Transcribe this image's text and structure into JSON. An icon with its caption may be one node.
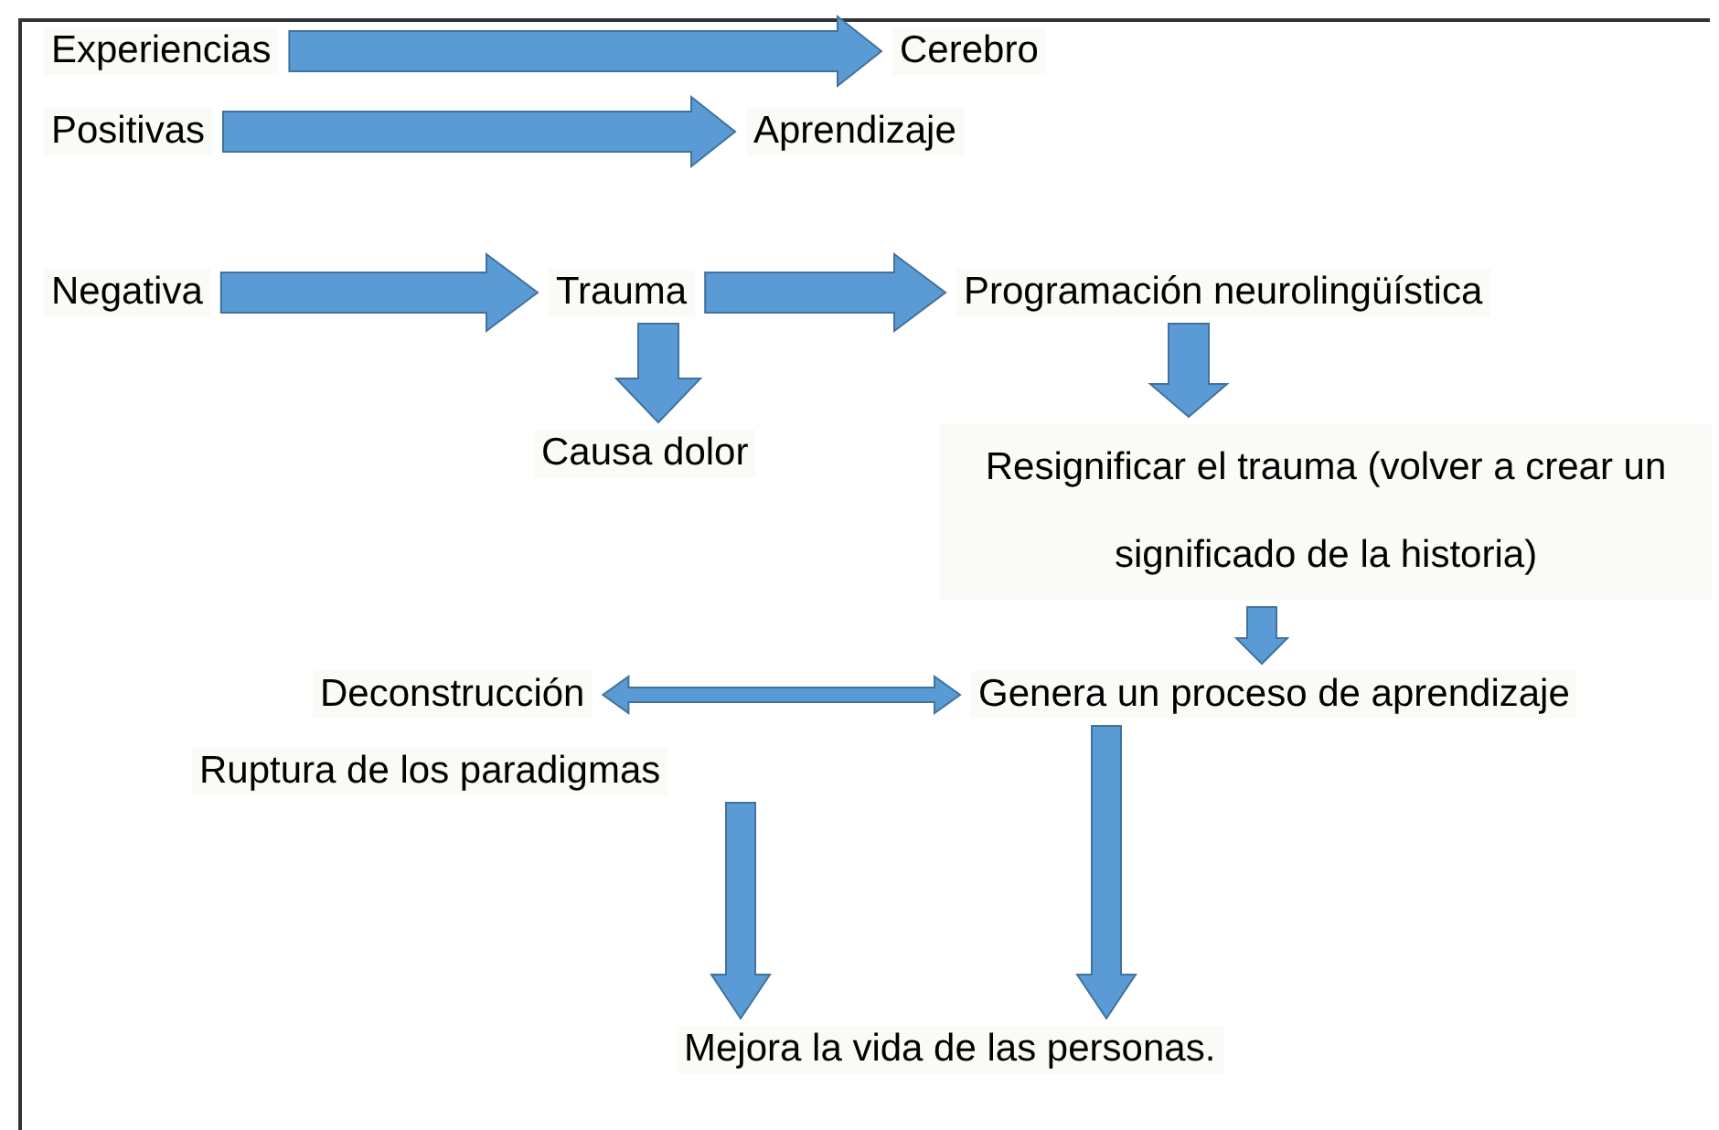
{
  "diagram": {
    "nodes": [
      {
        "text": [
          "Experiencias"
        ]
      },
      {
        "text": [
          "Cerebro"
        ]
      },
      {
        "text": [
          "Positivas"
        ]
      },
      {
        "text": [
          "Aprendizaje"
        ]
      },
      {
        "text": [
          "Negativa"
        ]
      },
      {
        "text": [
          "Trauma"
        ]
      },
      {
        "text": [
          "Programación neurolingüística"
        ]
      },
      {
        "text": [
          "Causa dolor"
        ]
      },
      {
        "text": [
          "Resignificar el trauma (volver a crear un significado de la historia)"
        ]
      },
      {
        "text": [
          "Deconstrucción"
        ]
      },
      {
        "text": [
          "Genera un proceso de aprendizaje"
        ]
      },
      {
        "text": [
          "Ruptura de los paradigmas"
        ]
      },
      {
        "text": [
          "Mejora la vida de las personas."
        ]
      }
    ],
    "edges": [
      {
        "from": 0,
        "to": 1,
        "arrow": "to"
      },
      {
        "from": 2,
        "to": 3,
        "arrow": "to"
      },
      {
        "from": 4,
        "to": 5,
        "arrow": "to"
      },
      {
        "from": 5,
        "to": 6,
        "arrow": "to"
      },
      {
        "from": 5,
        "to": 7,
        "arrow": "to"
      },
      {
        "from": 6,
        "to": 8,
        "arrow": "to"
      },
      {
        "from": 8,
        "to": 10,
        "arrow": "to"
      },
      {
        "from": 9,
        "to": 10,
        "arrow": "both"
      },
      {
        "from": 11,
        "to": 12,
        "arrow": "to"
      },
      {
        "from": 10,
        "to": 12,
        "arrow": "to"
      }
    ]
  }
}
